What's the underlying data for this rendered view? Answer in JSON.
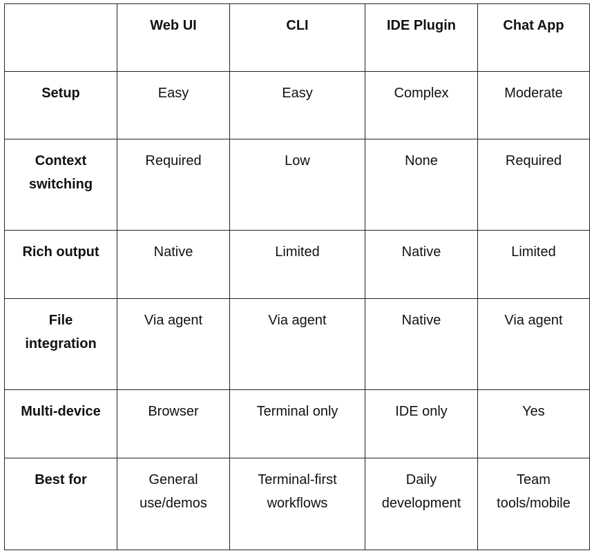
{
  "table": {
    "header": [
      "",
      "Web UI",
      "CLI",
      "IDE Plugin",
      "Chat App"
    ],
    "rows": [
      {
        "label": "Setup",
        "cells": [
          "Easy",
          "Easy",
          "Complex",
          "Moderate"
        ]
      },
      {
        "label": "Context\nswitching",
        "cells": [
          "Required",
          "Low",
          "None",
          "Required"
        ]
      },
      {
        "label": "Rich output",
        "cells": [
          "Native",
          "Limited",
          "Native",
          "Limited"
        ]
      },
      {
        "label": "File\nintegration",
        "cells": [
          "Via agent",
          "Via agent",
          "Native",
          "Via agent"
        ]
      },
      {
        "label": "Multi-device",
        "cells": [
          "Browser",
          "Terminal only",
          "IDE only",
          "Yes"
        ]
      },
      {
        "label": "Best for",
        "cells": [
          "General\nuse/demos",
          "Terminal-first\nworkflows",
          "Daily\ndevelopment",
          "Team\ntools/mobile"
        ]
      }
    ]
  }
}
